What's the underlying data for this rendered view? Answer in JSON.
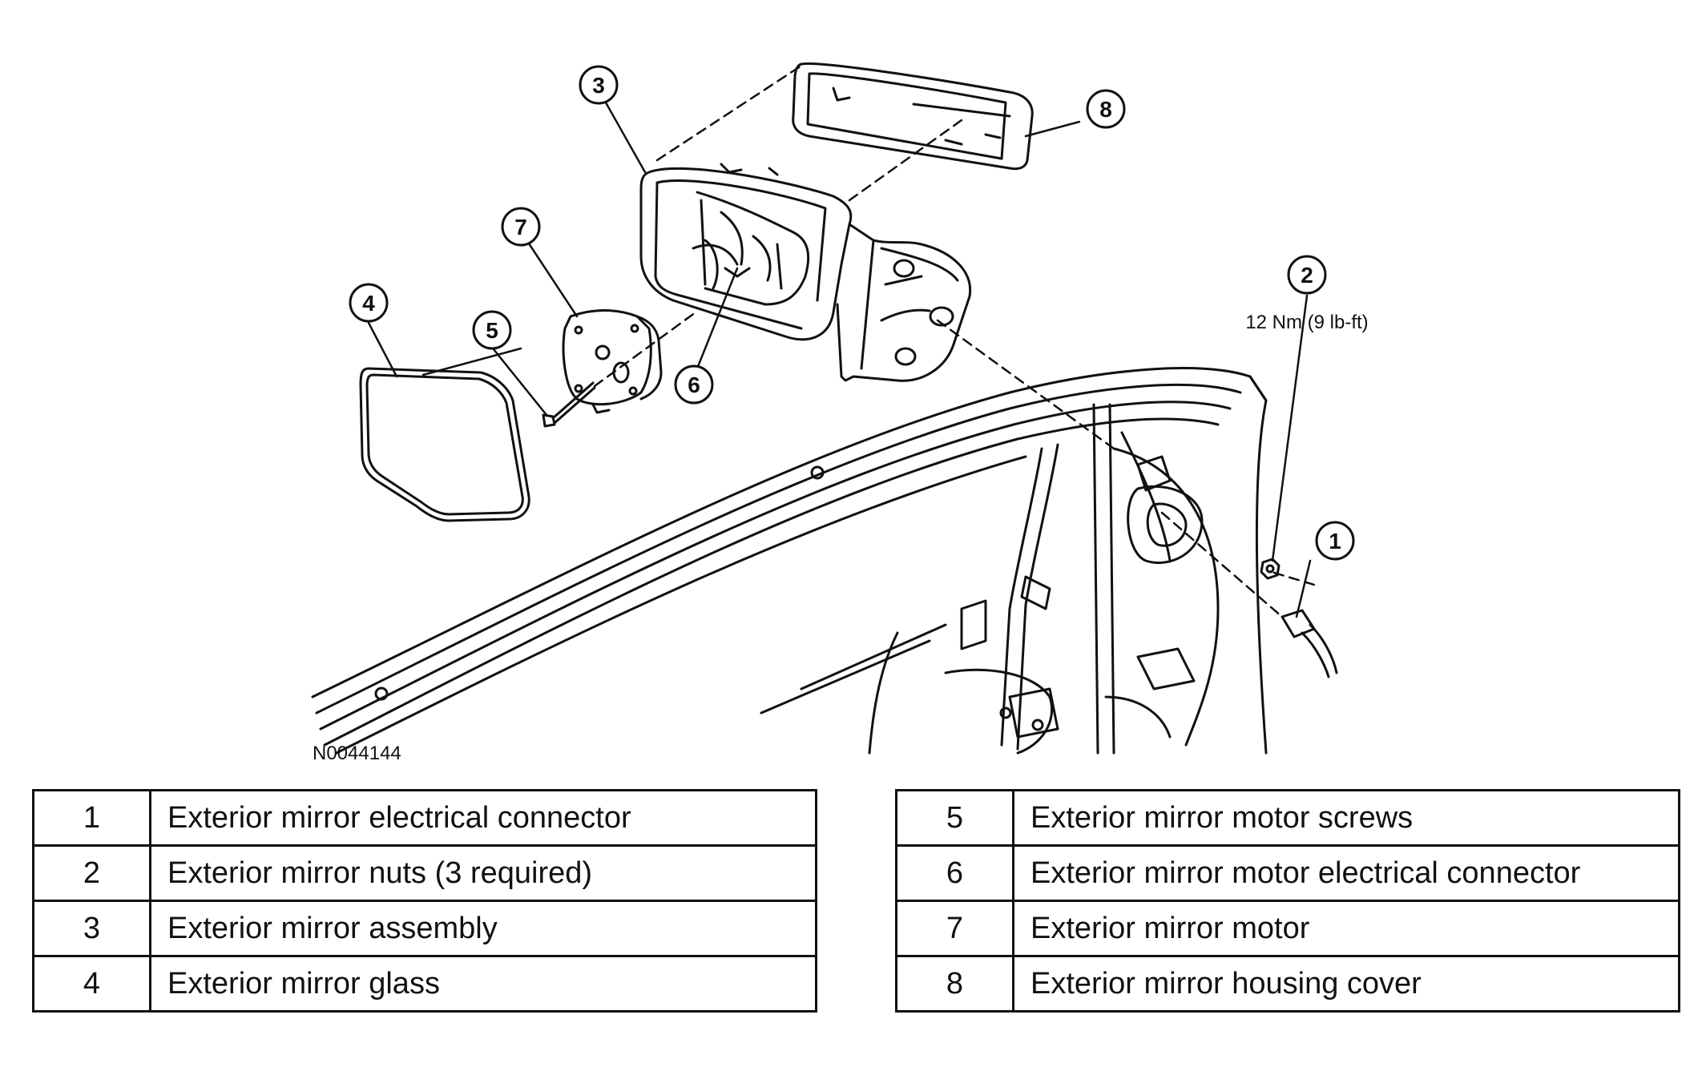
{
  "figure_id": "N0044144",
  "callouts": {
    "c1": "1",
    "c2": "2",
    "c3": "3",
    "c4": "4",
    "c5": "5",
    "c6": "6",
    "c7": "7",
    "c8": "8"
  },
  "torque_spec": "12 Nm (9 lb-ft)",
  "legend": {
    "left": [
      {
        "num": "1",
        "desc": "Exterior mirror electrical connector"
      },
      {
        "num": "2",
        "desc": "Exterior mirror nuts (3 required)"
      },
      {
        "num": "3",
        "desc": "Exterior mirror assembly"
      },
      {
        "num": "4",
        "desc": "Exterior mirror glass"
      }
    ],
    "right": [
      {
        "num": "5",
        "desc": "Exterior mirror motor screws"
      },
      {
        "num": "6",
        "desc": "Exterior mirror motor electrical connector"
      },
      {
        "num": "7",
        "desc": "Exterior mirror motor"
      },
      {
        "num": "8",
        "desc": "Exterior mirror housing cover"
      }
    ]
  }
}
